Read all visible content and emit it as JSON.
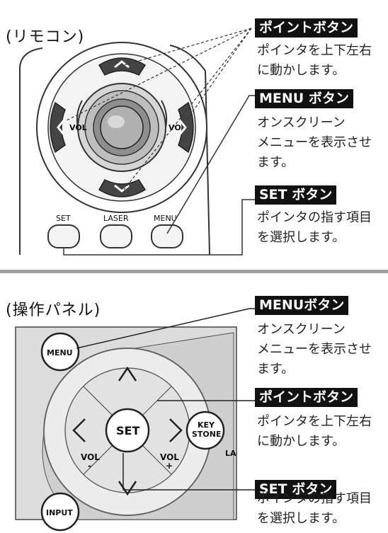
{
  "remote": {
    "title": "(リモコン)",
    "point_label": "ポイントボタン",
    "point_desc": "ポインタを上下左右\nに動かします。",
    "menu_label": "MENU ボタン",
    "menu_desc": "オンスクリーン\nメニューを表示させ\nます。",
    "set_label": "SET ボタン",
    "set_desc": "ポインタの指す項目\nを選択します。",
    "buttons": {
      "set": "SET",
      "laser": "LASER",
      "menu": "MENU",
      "vol_left": "VOL",
      "vol_right": "VO"
    }
  },
  "panel": {
    "title": "(操作パネル)",
    "menu_label": "MENUボタン",
    "menu_desc": "オンスクリーン\nメニューを表示させ\nます。",
    "point_label": "ポイントボタン",
    "point_desc": "ポインタを上下左右\nに動かします。",
    "set_label": "SET ボタン",
    "set_desc": "ポインタの指す項目\nを選択します。",
    "buttons": {
      "menu": "MENU",
      "set": "SET",
      "key1": "KEY",
      "key2": "STONE",
      "input": "INPUT",
      "vol": "VOL",
      "minus": "-",
      "plus": "+",
      "edge": "LA"
    }
  }
}
